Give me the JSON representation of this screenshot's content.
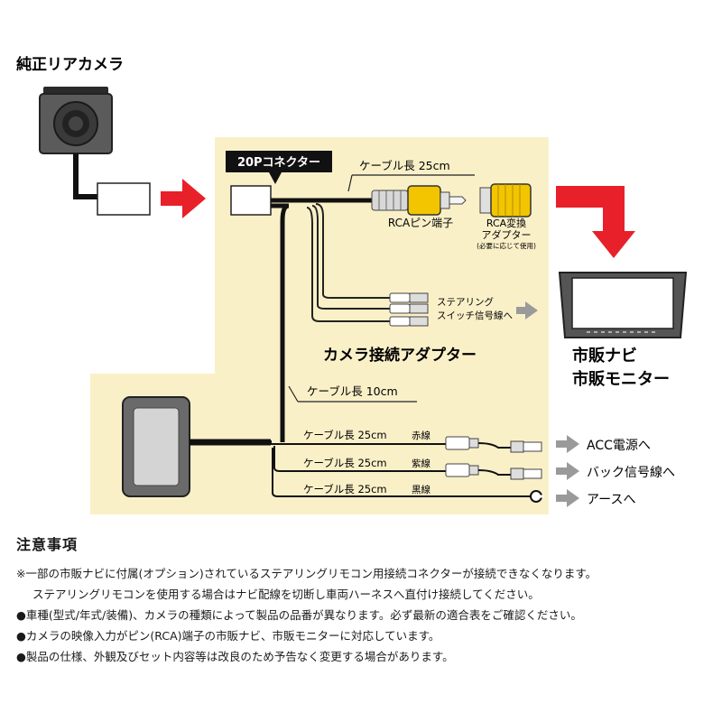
{
  "camera": {
    "title": "純正リアカメラ"
  },
  "connector": {
    "label": "20Pコネクター"
  },
  "cables": {
    "top_length": "ケーブル長 25cm",
    "mid_length": "ケーブル長 10cm"
  },
  "rca_pin": {
    "label": "RCAピン端子"
  },
  "rca_adapter": {
    "label_line1": "RCA変換",
    "label_line2": "アダプター",
    "note": "(必要に応じて使用)"
  },
  "steering": {
    "line1": "ステアリング",
    "line2": "スイッチ信号線へ"
  },
  "adapter": {
    "label": "カメラ接続アダプター"
  },
  "monitor": {
    "line1": "市販ナビ",
    "line2": "市販モニター"
  },
  "wires": [
    {
      "length": "ケーブル長 25cm",
      "color": "赤線",
      "dest": "ACC電源へ"
    },
    {
      "length": "ケーブル長 25cm",
      "color": "紫線",
      "dest": "バック信号線へ"
    },
    {
      "length": "ケーブル長 25cm",
      "color": "黒線",
      "dest": "アースへ"
    }
  ],
  "notes": {
    "title": "注意事項",
    "lines": [
      "※一部の市販ナビに付属(オプション)されているステアリングリモコン用接続コネクターが接続できなくなります。",
      "ステアリングリモコンを使用する場合はナビ配線を切断し車両ハーネスへ直付け接続してください。",
      "●車種(型式/年式/装備)、カメラの種類によって製品の品番が異なります。必ず最新の適合表をご確認ください。",
      "●カメラの映像入力がピン(RCA)端子の市販ナビ、市販モニターに対応しています。",
      "●製品の仕様、外観及びセット内容等は改良のため予告なく変更する場合があります。"
    ]
  },
  "colors": {
    "panel": "#faf0c8",
    "arrow_red": "#e8202a",
    "arrow_gray": "#9a9a9a",
    "rca_yellow": "#f2c500",
    "adapter_gray": "#6a6a6a"
  }
}
